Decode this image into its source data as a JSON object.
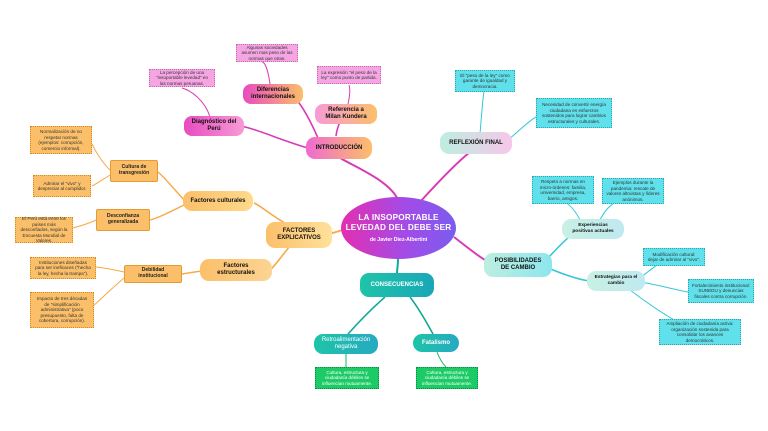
{
  "colors": {
    "orange": "#f7a944",
    "magenta": "#d93bb5",
    "cyan": "#35c7d8",
    "green": "#17b862",
    "teal": "#14a89a"
  },
  "central": {
    "title": "LA INSOPORTABLE LEVEDAD DEL DEBE SER",
    "author": "de Javier Diez-Albertini"
  },
  "introduccion": {
    "label": "INTRODUCCIÓN",
    "diagnostico": {
      "label": "Diagnóstico del Perú",
      "note": "La percepción de una \"insoportable levedad\" en las normas peruanas."
    },
    "diferencias": {
      "label": "Diferencias internacionales",
      "note": "Algunas sociedades asumen mas peso de las normas que otras."
    },
    "referencia": {
      "label": "Referencia a Milan Kundera",
      "note": "La expresión \"el peso de la ley\" como punto de partida."
    }
  },
  "reflexion": {
    "label": "REFLEXIÓN FINAL",
    "note1": "El \"peso de la ley\" como garante de igualdad y democracia.",
    "note2": "Necesidad de convertir energía ciudadana en esfuerzos sostenidos para lograr cambios estructurales y culturales."
  },
  "factores": {
    "label": "FACTORES EXPLICATIVOS",
    "culturales": {
      "label": "Factores culturales",
      "cultura": {
        "label": "Cultura de transgresión",
        "note1": "Normalización de no respetar normas (ejemplos: corrupción, comercio informal).",
        "note2": "Admirar el \"vivo\" y despreciar al cumplidor."
      },
      "desconfianza": {
        "label": "Desconfianza generalizada",
        "note": "El Perú está entre los países más desconfiados, según la Encuesta Mundial de Valores."
      }
    },
    "estructurales": {
      "label": "Factores estructurales",
      "debilidad": {
        "label": "Debilidad institucional",
        "note1": "Instituciones diseñadas para ser ineficaces (\"hecha la ley, hecha la trampa\").",
        "note2": "Impacto de tres décadas de \"simplificación administrativa\" (poco presupuesto, falta de cobertura, corrupción)."
      }
    }
  },
  "posibilidades": {
    "label": "POSIBILIDADES DE CAMBIO",
    "experiencias": {
      "label": "Experiencias positivas actuales",
      "note1": "Respeto a normas en micro-órdenes: familia, universidad, empresa, barrio, amigos.",
      "note2": "Ejemplos durante la pandemia: rescate de valores altruistas y líderes anónimos."
    },
    "estrategias": {
      "label": "Estrategias para el cambio",
      "note1": "Modificación cultural: dejar de admirar al \"vivo\".",
      "note2": "Fortalecimiento institucional: SUNEDU y denuncias fiscales contra corrupción.",
      "note3": "Ampliación de ciudadanía activa: organización sostenida para consolidar los avances democráticos."
    }
  },
  "consecuencias": {
    "label": "CONSECUENCIAS",
    "retro": {
      "label": "Retroalimentación negativa",
      "note": "Cultura, estructura y ciudadanía débiles se influencian mutuamente."
    },
    "fatalismo": {
      "label": "Fatalismo",
      "note": "Cultura, estructura y ciudadanía débiles se influencian mutuamente."
    }
  }
}
